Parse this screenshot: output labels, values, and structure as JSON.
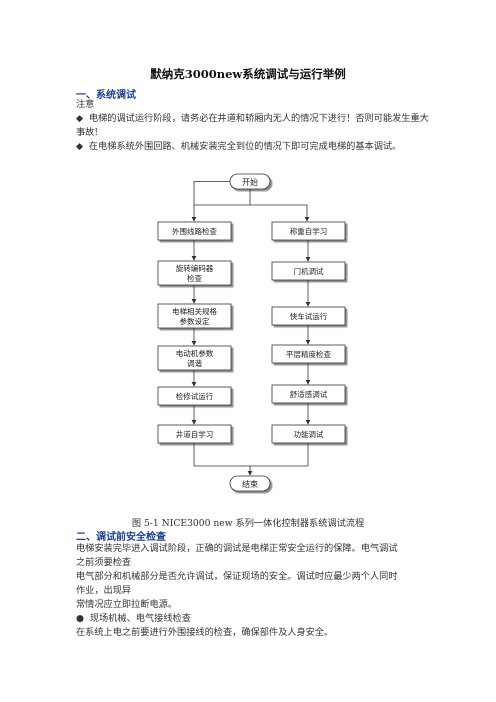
{
  "doc": {
    "title": "默纳克3000new系统调试与运行举例",
    "section1": {
      "heading": "一、系统调试",
      "note_label": "注意",
      "bullets": [
        {
          "symbol": "◆",
          "text": "电梯的调试运行阶段，请务必在井道和轿厢内无人的情况下进行！否则可能发生重大事故!"
        },
        {
          "symbol": "◆",
          "text": "在电梯系统外围回路、机械安装完全到位的情况下即可完成电梯的基本调试。"
        }
      ]
    },
    "flowchart": {
      "start": "开始",
      "end": "结束",
      "left_steps": [
        "外围线路检查",
        "旋转编码器\n检查",
        "电梯相关规格\n参数设定",
        "电动机参数\n调谐",
        "检修试运行",
        "井道自学习"
      ],
      "right_steps": [
        "称重自学习",
        "门机调试",
        "快车试运行",
        "平层精度检查",
        "舒适感调试",
        "功能调试"
      ]
    },
    "caption": "图 5-1 NICE3000 new  系列一体化控制器系统调试流程",
    "section2": {
      "heading": "二、调试前安全检查",
      "lines": [
        "电梯安装完毕进入调试阶段，正确的调试是电梯正常安全运行的保障。电气调试",
        "之前须要检查",
        "电气部分和机械部分是否允许调试，保证现场的安全。调试时应最少两个人同时",
        "作业，出现异",
        "常情况应立即拉断电源。"
      ],
      "bullet": {
        "symbol": "●",
        "text": "现场机械、电气接线检查"
      },
      "last_line": "在系统上电之前要进行外围接线的检查，确保部件及人身安全。"
    }
  }
}
